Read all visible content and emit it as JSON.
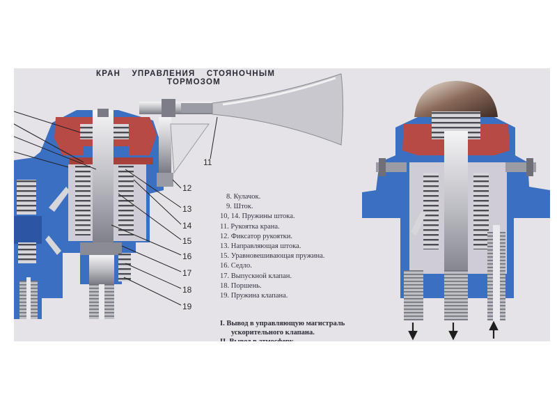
{
  "title": [
    "КРАН УПРАВЛЕНИЯ СТОЯНОЧНЫМ",
    "ТОРМОЗОМ"
  ],
  "callouts": [
    "11",
    "12",
    "13",
    "14",
    "15",
    "16",
    "17",
    "18",
    "19"
  ],
  "legend": [
    "8. Кулачок.",
    "9. Шток.",
    "10, 14. Пружины штока.",
    "11. Рукоятка крана.",
    "12. Фиксатор рукоятки.",
    "13. Направляющая штока.",
    "15. Уравновешивающая пружина.",
    "16. Седло.",
    "17. Выпускной клапан.",
    "18. Поршень.",
    "19. Пружина клапана."
  ],
  "outputs": [
    {
      "line1": "I. Вывод в управляющую магистраль",
      "line2": "ускорительного клапана."
    },
    {
      "line1": "II. Вывод в атмосферу"
    }
  ],
  "colors": {
    "body": "#3b6fc2",
    "body_dark": "#2c56a3",
    "spring_red": "#b84a45",
    "metal": "#c9c9cf",
    "background": "#e6e3e8"
  }
}
